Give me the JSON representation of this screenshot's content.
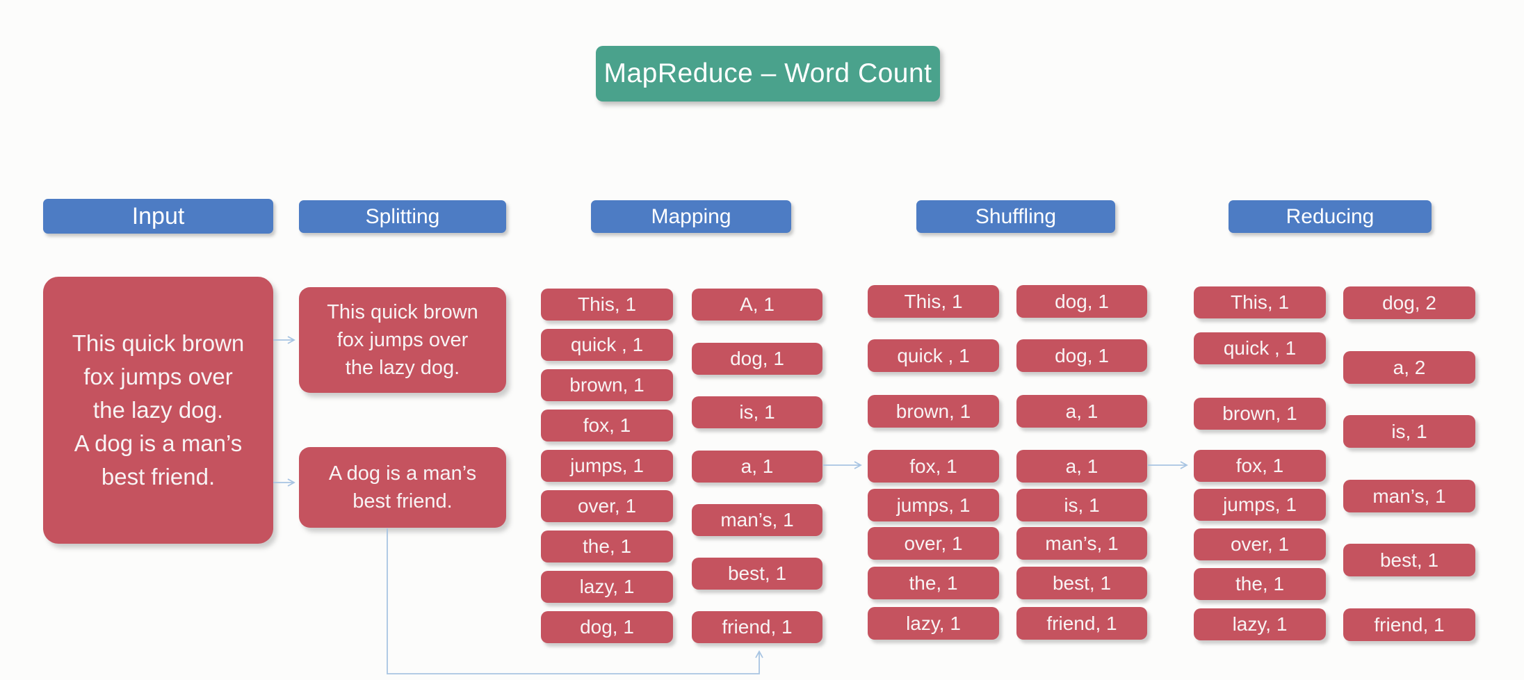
{
  "title": {
    "label": "MapReduce – Word Count"
  },
  "headers": {
    "input": "Input",
    "splitting": "Splitting",
    "mapping": "Mapping",
    "shuffling": "Shuffling",
    "reducing": "Reducing"
  },
  "input": {
    "text_lines": [
      "This quick brown",
      "fox jumps over",
      "the lazy dog.",
      "A dog is a man’s",
      "best friend."
    ]
  },
  "splitting": {
    "boxes": [
      {
        "lines": [
          "This quick brown",
          "fox jumps over",
          "the lazy dog."
        ]
      },
      {
        "lines": [
          "A dog is a man’s",
          "best friend."
        ]
      }
    ]
  },
  "mapping": {
    "left": [
      "This, 1",
      "quick , 1",
      "brown, 1",
      "fox, 1",
      "jumps, 1",
      "over, 1",
      "the, 1",
      "lazy, 1",
      "dog, 1"
    ],
    "right": [
      "A, 1",
      "dog, 1",
      "is, 1",
      "a, 1",
      "man’s, 1",
      "best, 1",
      "friend, 1"
    ]
  },
  "shuffling": {
    "left": [
      "This, 1",
      "quick , 1",
      "brown, 1",
      "fox, 1",
      "jumps, 1",
      "over, 1",
      "the, 1",
      "lazy, 1"
    ],
    "right": [
      "dog, 1",
      "dog, 1",
      "a, 1",
      "a, 1",
      "is, 1",
      "man’s, 1",
      "best, 1",
      "friend, 1"
    ]
  },
  "reducing": {
    "left": [
      "This, 1",
      "quick , 1",
      "brown, 1",
      "fox, 1",
      "jumps, 1",
      "over, 1",
      "the, 1",
      "lazy, 1"
    ],
    "right": [
      "dog, 2",
      "a, 2",
      "is, 1",
      "man’s, 1",
      "best, 1",
      "friend, 1"
    ]
  },
  "colors": {
    "node_bg": "#c5535f",
    "stage_header_bg": "#4d7cc4",
    "title_bg": "#4aa28c",
    "arrow": "#a7c4e2",
    "node_text": "#f8f3f4"
  }
}
